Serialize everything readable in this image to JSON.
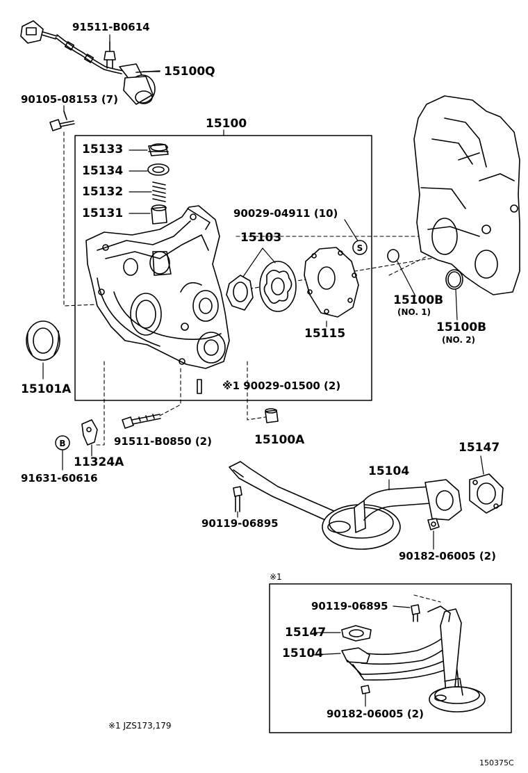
{
  "labels": {
    "p_91511_B0614": "91511-B0614",
    "p_15100Q": "15100Q",
    "p_90105_08153": "90105-08153 (7)",
    "p_15100": "15100",
    "p_15133": "15133",
    "p_15134": "15134",
    "p_15132": "15132",
    "p_15131": "15131",
    "p_90029_04911": "90029-04911 (10)",
    "p_15103": "15103",
    "p_15115": "15115",
    "p_15100B_1": "15100B",
    "p_15100B_1_note": "(NO. 1)",
    "p_15100B_2": "15100B",
    "p_15100B_2_note": "(NO. 2)",
    "p_15101A": "15101A",
    "p_90029_01500": "※1 90029-01500 (2)",
    "p_91511_B0850": "91511-B0850 (2)",
    "p_15100A": "15100A",
    "p_11324A": "11324A",
    "p_91631_60616": "91631-60616",
    "p_15147": "15147",
    "p_15104": "15104",
    "p_90119_06895": "90119-06895",
    "p_90182_06005": "90182-06005 (2)",
    "inset_marker": "※1",
    "inset_90119_06895": "90119-06895",
    "inset_15147": "15147",
    "inset_15104": "15104",
    "inset_90182_06005": "90182-06005 (2)",
    "footnote": "※1 JZS173,179",
    "diagram_code": "150375C",
    "callout_S": "S",
    "callout_B": "B"
  }
}
